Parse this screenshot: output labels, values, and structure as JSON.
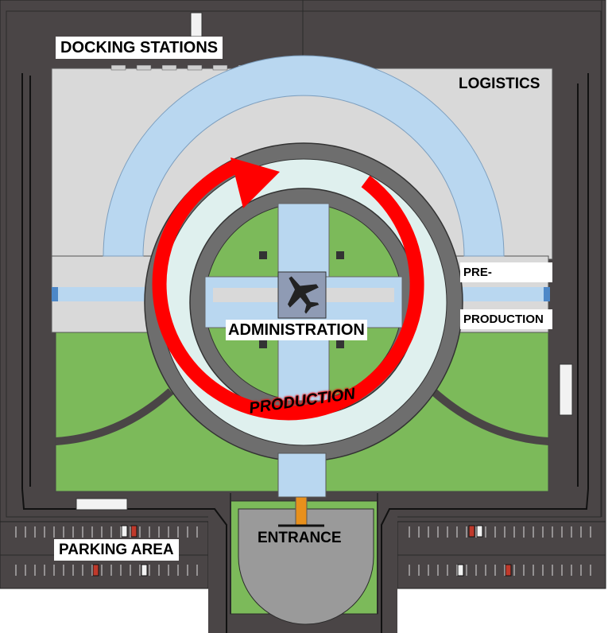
{
  "labels": {
    "docking_stations": "DOCKING STATIONS",
    "logistics": "LOGISTICS",
    "pre": "PRE-",
    "production_side": "PRODUCTION",
    "administration": "ADMINISTRATION",
    "production_loop": "PRODUCTION",
    "entrance": "ENTRANCE",
    "parking_area": "PARKING AREA"
  },
  "colors": {
    "asphalt": "#4a4546",
    "floor_gray": "#d9d9d9",
    "water_blue": "#b9d7f0",
    "grass_green": "#7cba5a",
    "flow_red": "#ff0000",
    "ring_track": "#6e6e6e",
    "entrance_orange": "#e8901c"
  },
  "icons": [
    "fighter-jet-icon",
    "truck-icon",
    "car-icon",
    "flow-arrow-icon"
  ]
}
